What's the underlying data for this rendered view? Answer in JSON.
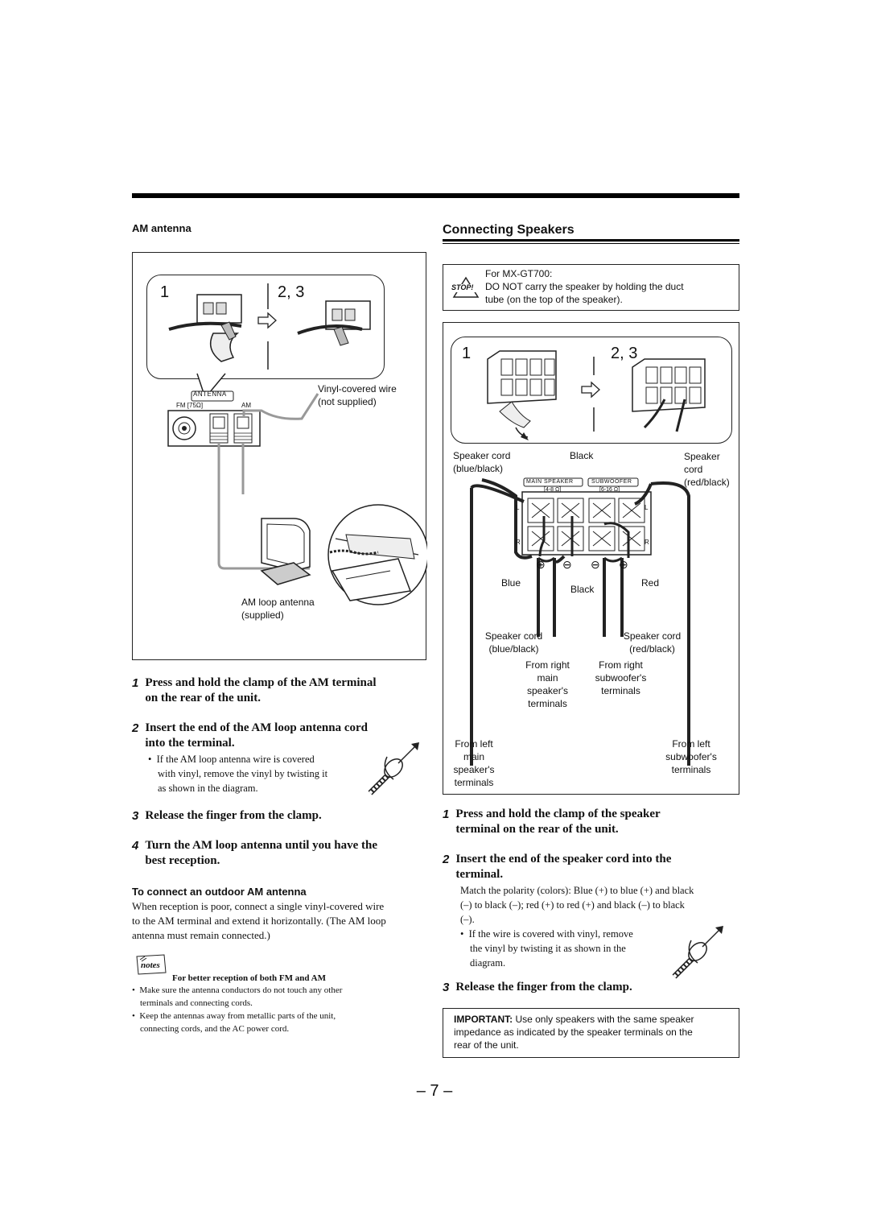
{
  "left": {
    "subheading": "AM antenna",
    "fig": {
      "step1": "1",
      "step23": "2, 3",
      "antenna_label": "ANTENNA",
      "fm_label": "FM [75Ω]",
      "am_label": "AM",
      "vinyl_wire_1": "Vinyl-covered wire",
      "vinyl_wire_2": "(not supplied)",
      "loop_1": "AM loop antenna",
      "loop_2": "(supplied)"
    },
    "steps": [
      {
        "num": "1",
        "line1": "Press and hold the clamp of the AM terminal",
        "line2": "on the rear of the unit."
      },
      {
        "num": "2",
        "line1": "Insert the end of the AM loop antenna cord",
        "line2": "into the terminal."
      },
      {
        "num": "3",
        "line1": "Release the finger from the clamp."
      },
      {
        "num": "4",
        "line1": "Turn the AM loop antenna until you have the",
        "line2": "best reception."
      }
    ],
    "bullet_step2": [
      "If the AM loop antenna wire is covered",
      "with vinyl, remove the vinyl by twisting it",
      "as shown in the diagram."
    ],
    "outdoor_heading": "To connect an outdoor AM antenna",
    "outdoor_body": [
      "When reception is poor, connect a single vinyl-covered wire",
      "to the AM terminal and extend it horizontally. (The AM loop",
      "antenna must remain connected.)"
    ],
    "notes_label": "notes",
    "notes_heading": "For better reception of both FM and AM",
    "notes_items": [
      [
        "Make sure the antenna conductors do not touch any other",
        "terminals and connecting cords."
      ],
      [
        "Keep the antennas away from metallic parts of the unit,",
        "connecting cords, and the AC power cord."
      ]
    ]
  },
  "right": {
    "title": "Connecting Speakers",
    "caution": {
      "stop_label": "STOP!",
      "line1": "For MX-GT700:",
      "line2": "DO NOT carry the speaker by holding the duct",
      "line3": "tube (on the top of the speaker)."
    },
    "fig": {
      "step1": "1",
      "step23": "2, 3",
      "speaker_cord_bb_1": "Speaker cord",
      "speaker_cord_bb_2": "(blue/black)",
      "black_top": "Black",
      "speaker_cord_rb_1": "Speaker",
      "speaker_cord_rb_2": "cord",
      "speaker_cord_rb_3": "(red/black)",
      "main_speaker": "MAIN SPEAKER",
      "main_ohm": "[4-8 Ω]",
      "subwoofer": "SUBWOOFER",
      "sub_ohm": "[6-16 Ω]",
      "L": "L",
      "R": "R",
      "plus": "⊕",
      "minus": "⊖",
      "blue": "Blue",
      "black_bottom": "Black",
      "red": "Red",
      "cord_bb_low_1": "Speaker cord",
      "cord_bb_low_2": "(blue/black)",
      "cord_rb_low_1": "Speaker cord",
      "cord_rb_low_2": "(red/black)",
      "from_right_main": [
        "From right",
        "main",
        "speaker's",
        "terminals"
      ],
      "from_right_sub": [
        "From right",
        "subwoofer's",
        "terminals"
      ],
      "from_left_main": [
        "From left",
        "main",
        "speaker's",
        "terminals"
      ],
      "from_left_sub": [
        "From left",
        "subwoofer's",
        "terminals"
      ]
    },
    "steps": [
      {
        "num": "1",
        "line1": "Press and hold the clamp of the speaker",
        "line2": "terminal on the rear of the unit."
      },
      {
        "num": "2",
        "line1": "Insert the end of the speaker cord into the",
        "line2": "terminal."
      },
      {
        "num": "3",
        "line1": "Release the finger from the clamp."
      }
    ],
    "polarity": [
      "Match the polarity (colors): Blue (+) to blue (+) and black",
      "(–) to black (–); red (+) to red (+) and black (–) to black",
      "(–)."
    ],
    "bullet_step2": [
      "If the wire is covered with vinyl, remove",
      "the vinyl by twisting it as shown in the",
      "diagram."
    ],
    "important_label": "IMPORTANT:",
    "important_text": [
      " Use only speakers with the same speaker",
      "impedance as indicated by the speaker terminals on the",
      "rear of the unit."
    ]
  },
  "page_number": "– 7 –"
}
